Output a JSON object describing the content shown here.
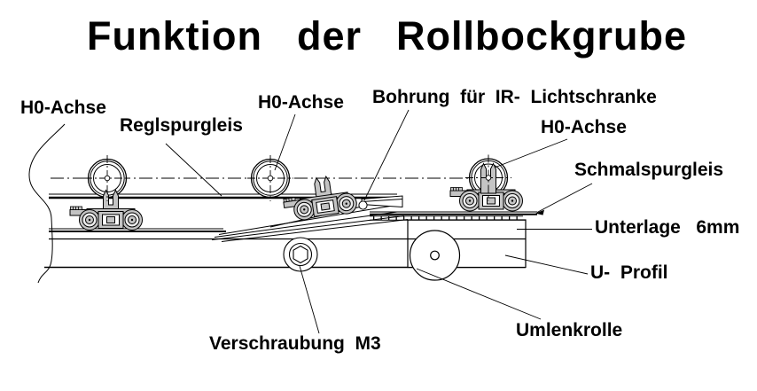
{
  "title": "Funktion  der  Rollbockgrube",
  "labels": {
    "h0_achse_left": "H0-Achse",
    "reglspurgleis": "Reglspurgleis",
    "h0_achse_mid": "H0-Achse",
    "bohrung_ir": "Bohrung  für  IR-  Lichtschranke",
    "h0_achse_right": "H0-Achse",
    "schmalspurgleis": "Schmalspurgleis",
    "unterlage_6mm": "Unterlage   6mm",
    "u_profil": "U-  Profil",
    "umlenkrolle": "Umlenkrolle",
    "verschraubung_m3": "Verschraubung  M3"
  },
  "colors": {
    "ink": "#000000",
    "paper": "#ffffff",
    "metal_gray": "#c4c4c4"
  }
}
